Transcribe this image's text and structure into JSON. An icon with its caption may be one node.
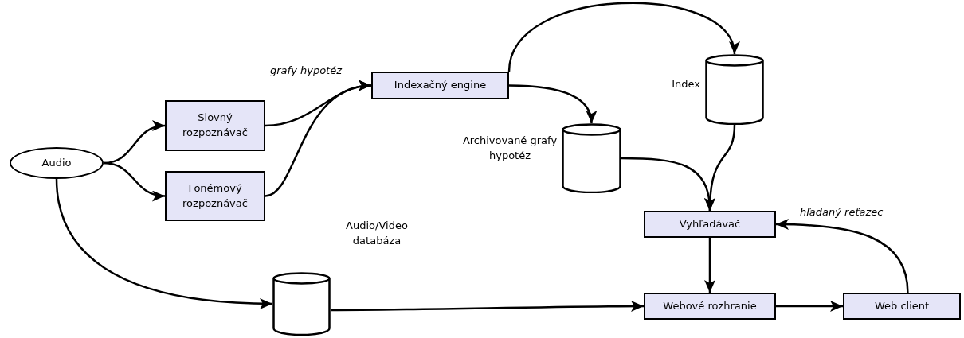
{
  "diagram": {
    "nodes": [
      {
        "text": [
          "Audio"
        ]
      },
      {
        "text": [
          "Slovný rozpoznávač"
        ]
      },
      {
        "text": [
          "Fonémový rozpoznávač"
        ]
      },
      {
        "text": [
          "Indexačný engine"
        ]
      },
      {
        "text": [],
        "shape": "cylinder",
        "beside": [
          "Index"
        ]
      },
      {
        "text": [],
        "shape": "cylinder",
        "beside": [
          "Archivované grafy hypotéz"
        ]
      },
      {
        "text": [
          "Vyhľadávač"
        ]
      },
      {
        "text": [],
        "shape": "cylinder",
        "beside": [
          "Audio/Video databáza"
        ]
      },
      {
        "text": [
          "Webové rozhranie"
        ]
      },
      {
        "text": [
          "Web client"
        ]
      }
    ],
    "edges": [
      {
        "from": 0,
        "to": 1,
        "arrow": "to"
      },
      {
        "from": 0,
        "to": 2,
        "arrow": "to"
      },
      {
        "from": 1,
        "to": 3,
        "arrow": "to",
        "label": "grafy hypotéz"
      },
      {
        "from": 2,
        "to": 3,
        "arrow": "to"
      },
      {
        "from": 3,
        "to": 4,
        "arrow": "to"
      },
      {
        "from": 3,
        "to": 5,
        "arrow": "to"
      },
      {
        "from": 4,
        "to": 6,
        "arrow": "to"
      },
      {
        "from": 5,
        "to": 6,
        "arrow": "to"
      },
      {
        "from": 6,
        "to": 8,
        "arrow": "to"
      },
      {
        "from": 0,
        "to": 7,
        "arrow": "to"
      },
      {
        "from": 7,
        "to": 8,
        "arrow": "to"
      },
      {
        "from": 8,
        "to": 9,
        "arrow": "to"
      },
      {
        "from": 9,
        "to": 6,
        "arrow": "to",
        "label": "hľadaný reťazec"
      }
    ]
  }
}
